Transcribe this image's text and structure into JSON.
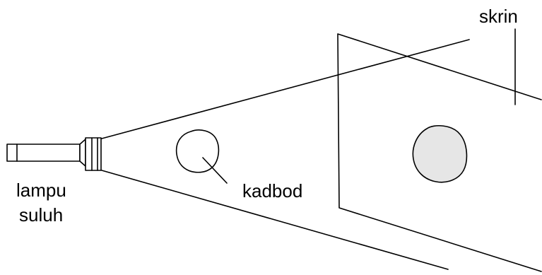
{
  "labels": {
    "screen": "skrin",
    "card": "kadbod",
    "torch_line1": "lampu",
    "torch_line2": "suluh"
  },
  "colors": {
    "stroke": "#000000",
    "shadow_fill": "#e6e6e6",
    "background": "#ffffff"
  }
}
